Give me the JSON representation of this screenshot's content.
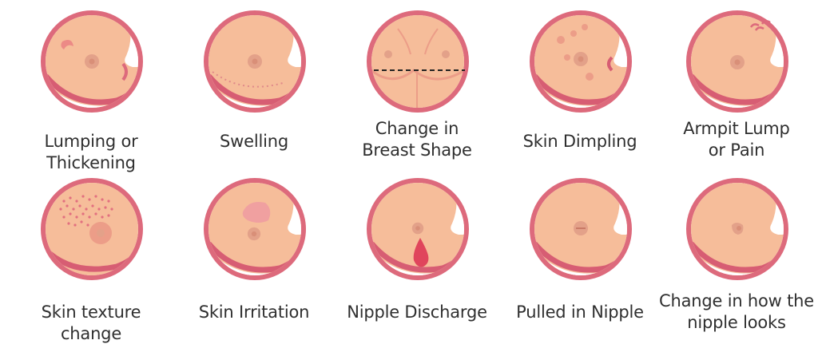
{
  "colors": {
    "ring": "#dd6a7c",
    "skin": "#f6bd9a",
    "skin_shade": "#ec9d88",
    "fold": "#d75d73",
    "nipple": "#e3a189",
    "areola_inner": "#d98f78",
    "white": "#ffffff",
    "text": "#2f2f2f",
    "discharge": "#e0455c",
    "dots": "#e2707f",
    "irritation": "#f0a0a0"
  },
  "icons": [
    "lump-icon",
    "swelling-icon",
    "shape-change-icon",
    "dimpling-icon",
    "armpit-icon",
    "texture-icon",
    "irritation-icon",
    "discharge-icon",
    "pulled-nipple-icon",
    "nipple-change-icon"
  ],
  "symptoms": [
    {
      "line1": "Lumping or Thickening",
      "line2": ""
    },
    {
      "line1": "Swelling",
      "line2": ""
    },
    {
      "line1": "Change in",
      "line2": "Breast Shape"
    },
    {
      "line1": "Skin Dimpling",
      "line2": ""
    },
    {
      "line1": "Armpit Lump",
      "line2": "or Pain"
    },
    {
      "line1": "Skin texture change",
      "line2": ""
    },
    {
      "line1": "Skin Irritation",
      "line2": ""
    },
    {
      "line1": "Nipple Discharge",
      "line2": ""
    },
    {
      "line1": "Pulled in Nipple",
      "line2": ""
    },
    {
      "line1": "Change in how the",
      "line2": "nipple looks"
    }
  ]
}
